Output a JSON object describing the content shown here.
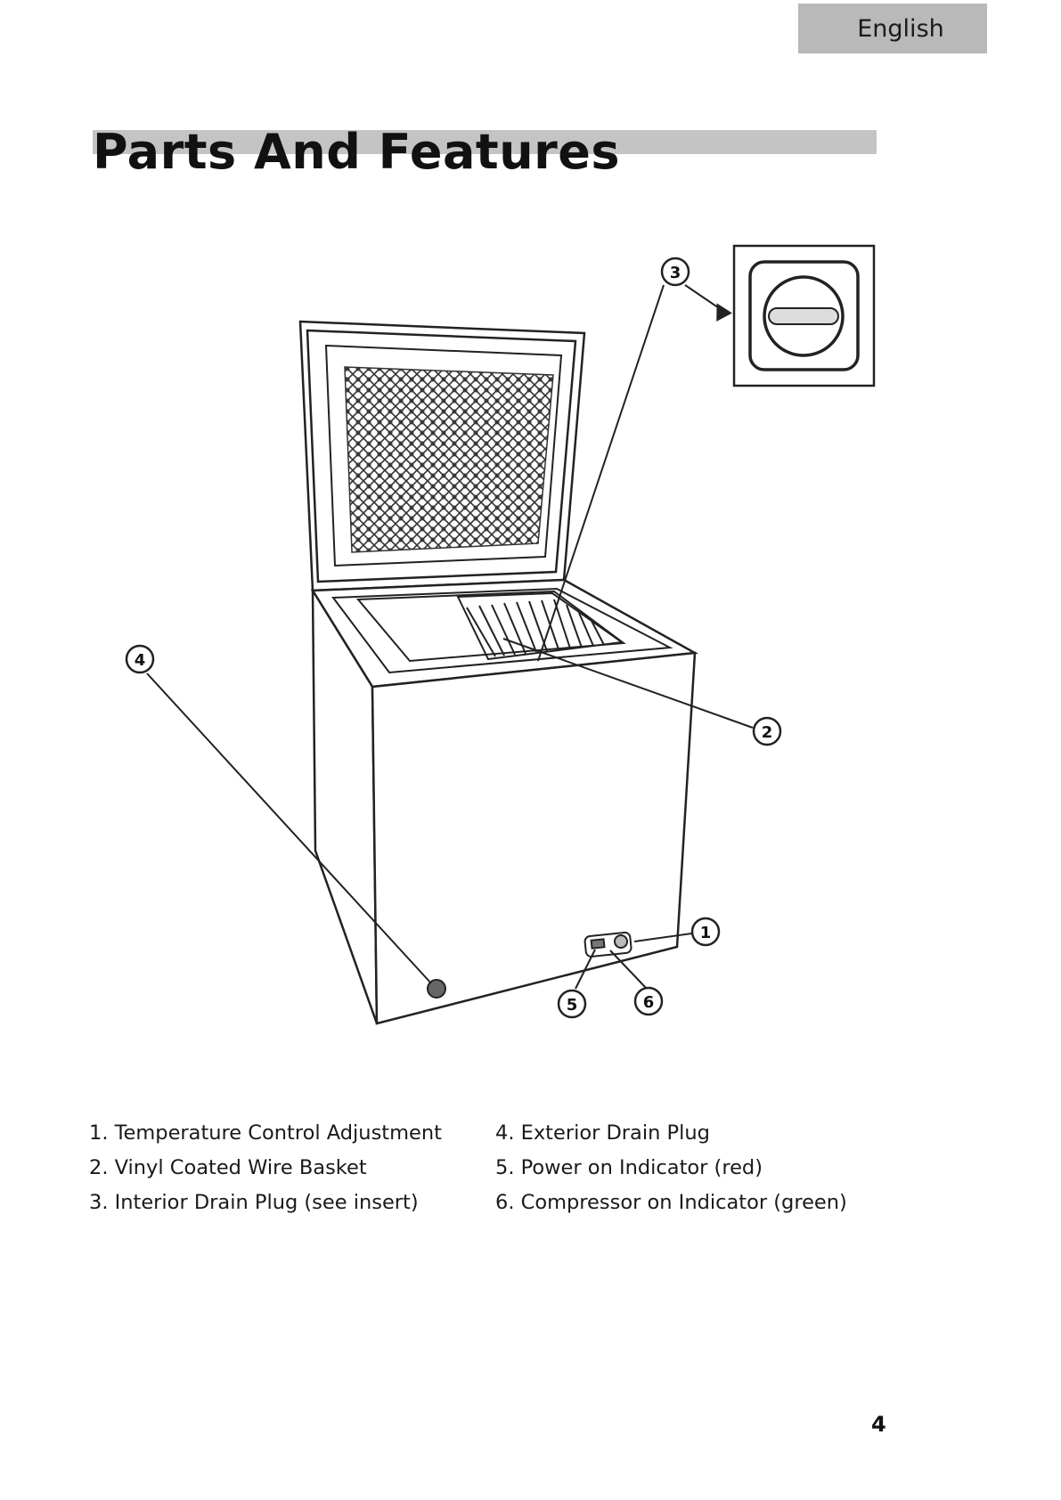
{
  "header": {
    "language_tab": "English"
  },
  "page_title": "Parts And Features",
  "callouts": [
    "1",
    "2",
    "3",
    "4",
    "5",
    "6"
  ],
  "parts_left": [
    "1. Temperature Control Adjustment",
    "2. Vinyl Coated Wire Basket",
    "3. Interior Drain Plug (see insert)"
  ],
  "parts_right": [
    "4. Exterior Drain Plug",
    "5. Power on Indicator (red)",
    "6. Compressor on Indicator (green)"
  ],
  "page_number": "4"
}
